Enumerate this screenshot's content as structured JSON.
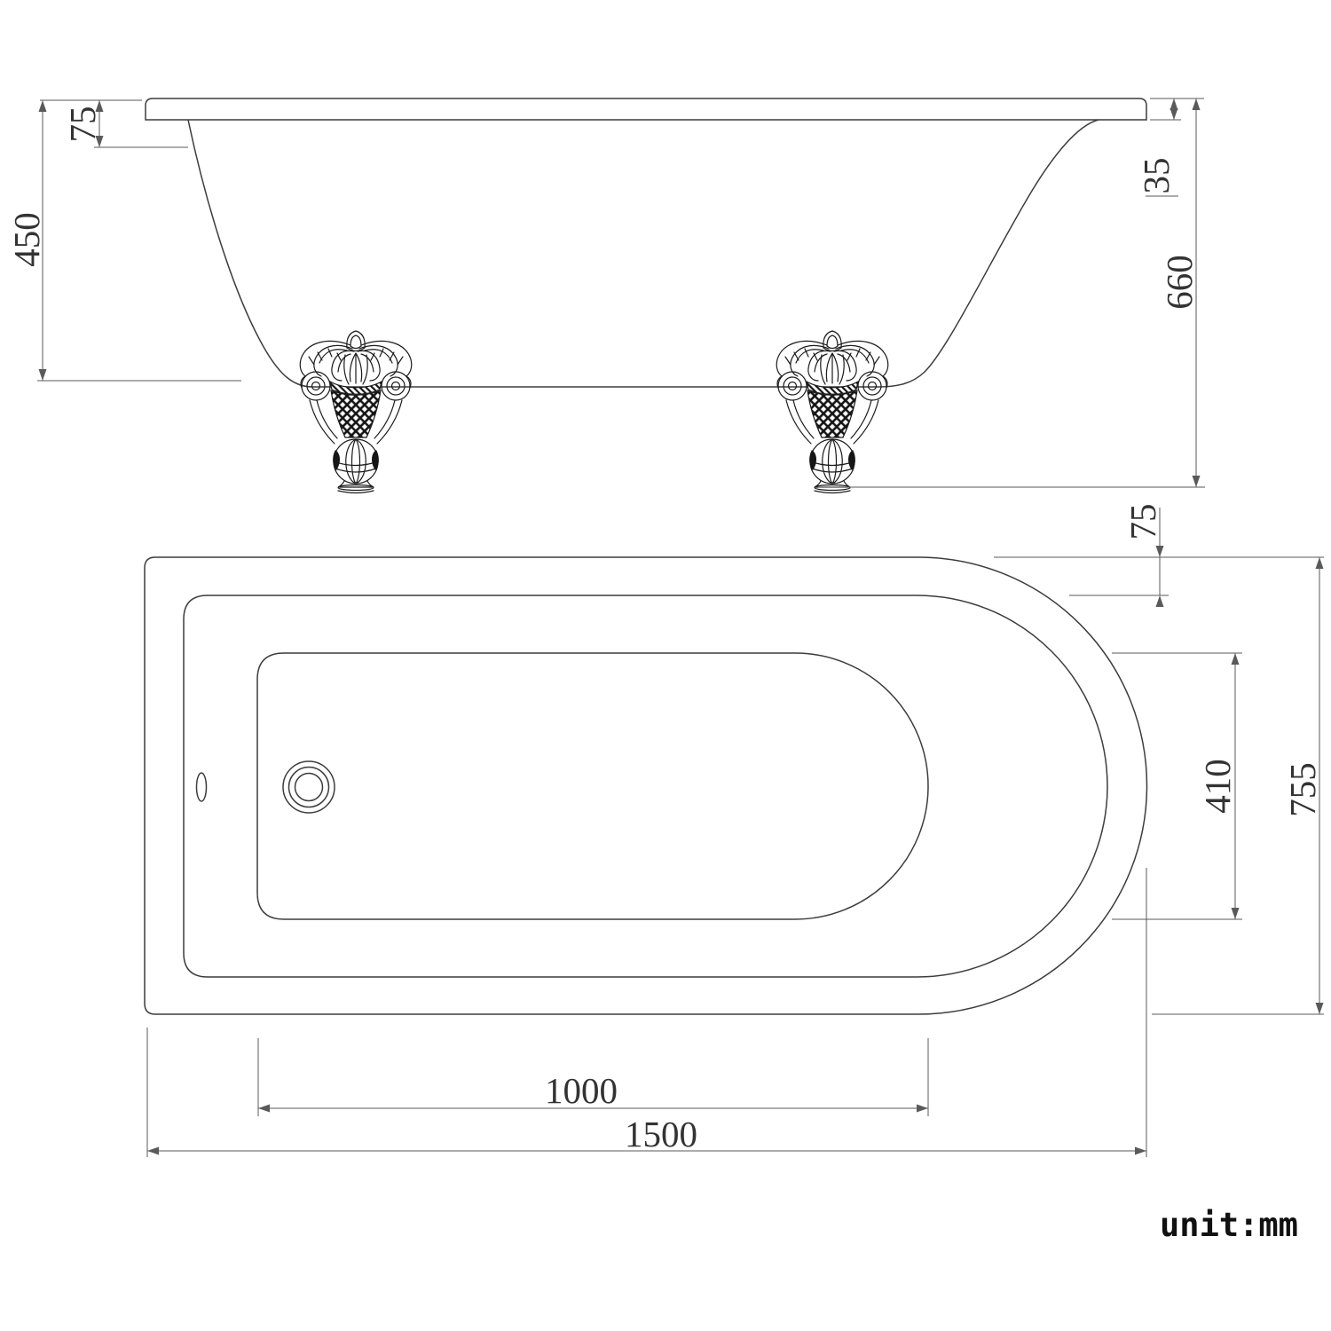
{
  "unit_note": "unit:mm",
  "dimensions": {
    "side_rim_overhang": "75",
    "side_height_to_base": "450",
    "side_rim_thickness": "35",
    "side_overall_height": "660",
    "plan_rim_width": "75",
    "plan_inner_width": "410",
    "plan_overall_width": "755",
    "plan_inner_length": "1000",
    "plan_overall_length": "1500"
  },
  "colors": {
    "background": "#ffffff",
    "drawing_line": "#3c3c3c",
    "dimension_line": "#5a5a5a",
    "text": "#333333"
  },
  "views": {
    "top": "side-elevation-of-freestanding-bath-with-claw-feet",
    "bottom": "plan-view-of-bath"
  }
}
